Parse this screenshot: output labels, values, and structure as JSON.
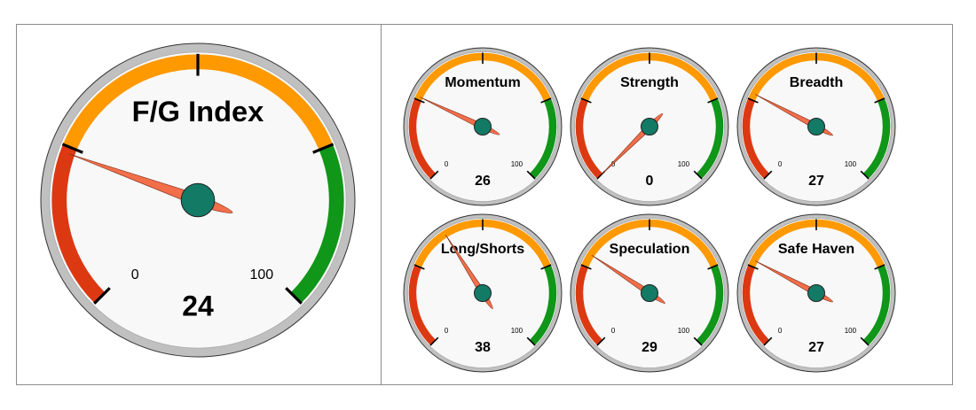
{
  "colors": {
    "fear": "#dc3912",
    "neutral": "#ff9900",
    "greed": "#109618",
    "needle": "#f26f4a",
    "hub": "#137a66",
    "face": "#f8f8f8",
    "rim": "#c0c0c0"
  },
  "chart_data": [
    {
      "type": "gauge",
      "title": "F/G Index",
      "value": 24,
      "min": 0,
      "max": 100,
      "min_label": "0",
      "max_label": "100",
      "bands": [
        {
          "from": 0,
          "to": 25,
          "color": "#dc3912"
        },
        {
          "from": 25,
          "to": 75,
          "color": "#ff9900"
        },
        {
          "from": 75,
          "to": 100,
          "color": "#109618"
        }
      ]
    },
    {
      "type": "gauge",
      "title": "Momentum",
      "value": 26,
      "min": 0,
      "max": 100,
      "min_label": "0",
      "max_label": "100",
      "bands": [
        {
          "from": 0,
          "to": 25,
          "color": "#dc3912"
        },
        {
          "from": 25,
          "to": 75,
          "color": "#ff9900"
        },
        {
          "from": 75,
          "to": 100,
          "color": "#109618"
        }
      ]
    },
    {
      "type": "gauge",
      "title": "Strength",
      "value": 0,
      "min": 0,
      "max": 100,
      "min_label": "0",
      "max_label": "100",
      "bands": [
        {
          "from": 0,
          "to": 25,
          "color": "#dc3912"
        },
        {
          "from": 25,
          "to": 75,
          "color": "#ff9900"
        },
        {
          "from": 75,
          "to": 100,
          "color": "#109618"
        }
      ]
    },
    {
      "type": "gauge",
      "title": "Breadth",
      "value": 27,
      "min": 0,
      "max": 100,
      "min_label": "0",
      "max_label": "100",
      "bands": [
        {
          "from": 0,
          "to": 25,
          "color": "#dc3912"
        },
        {
          "from": 25,
          "to": 75,
          "color": "#ff9900"
        },
        {
          "from": 75,
          "to": 100,
          "color": "#109618"
        }
      ]
    },
    {
      "type": "gauge",
      "title": "Long/Shorts",
      "value": 38,
      "min": 0,
      "max": 100,
      "min_label": "0",
      "max_label": "100",
      "bands": [
        {
          "from": 0,
          "to": 25,
          "color": "#dc3912"
        },
        {
          "from": 25,
          "to": 75,
          "color": "#ff9900"
        },
        {
          "from": 75,
          "to": 100,
          "color": "#109618"
        }
      ]
    },
    {
      "type": "gauge",
      "title": "Speculation",
      "value": 29,
      "min": 0,
      "max": 100,
      "min_label": "0",
      "max_label": "100",
      "bands": [
        {
          "from": 0,
          "to": 25,
          "color": "#dc3912"
        },
        {
          "from": 25,
          "to": 75,
          "color": "#ff9900"
        },
        {
          "from": 75,
          "to": 100,
          "color": "#109618"
        }
      ]
    },
    {
      "type": "gauge",
      "title": "Safe Haven",
      "value": 27,
      "min": 0,
      "max": 100,
      "min_label": "0",
      "max_label": "100",
      "bands": [
        {
          "from": 0,
          "to": 25,
          "color": "#dc3912"
        },
        {
          "from": 25,
          "to": 75,
          "color": "#ff9900"
        },
        {
          "from": 75,
          "to": 100,
          "color": "#109618"
        }
      ]
    }
  ]
}
